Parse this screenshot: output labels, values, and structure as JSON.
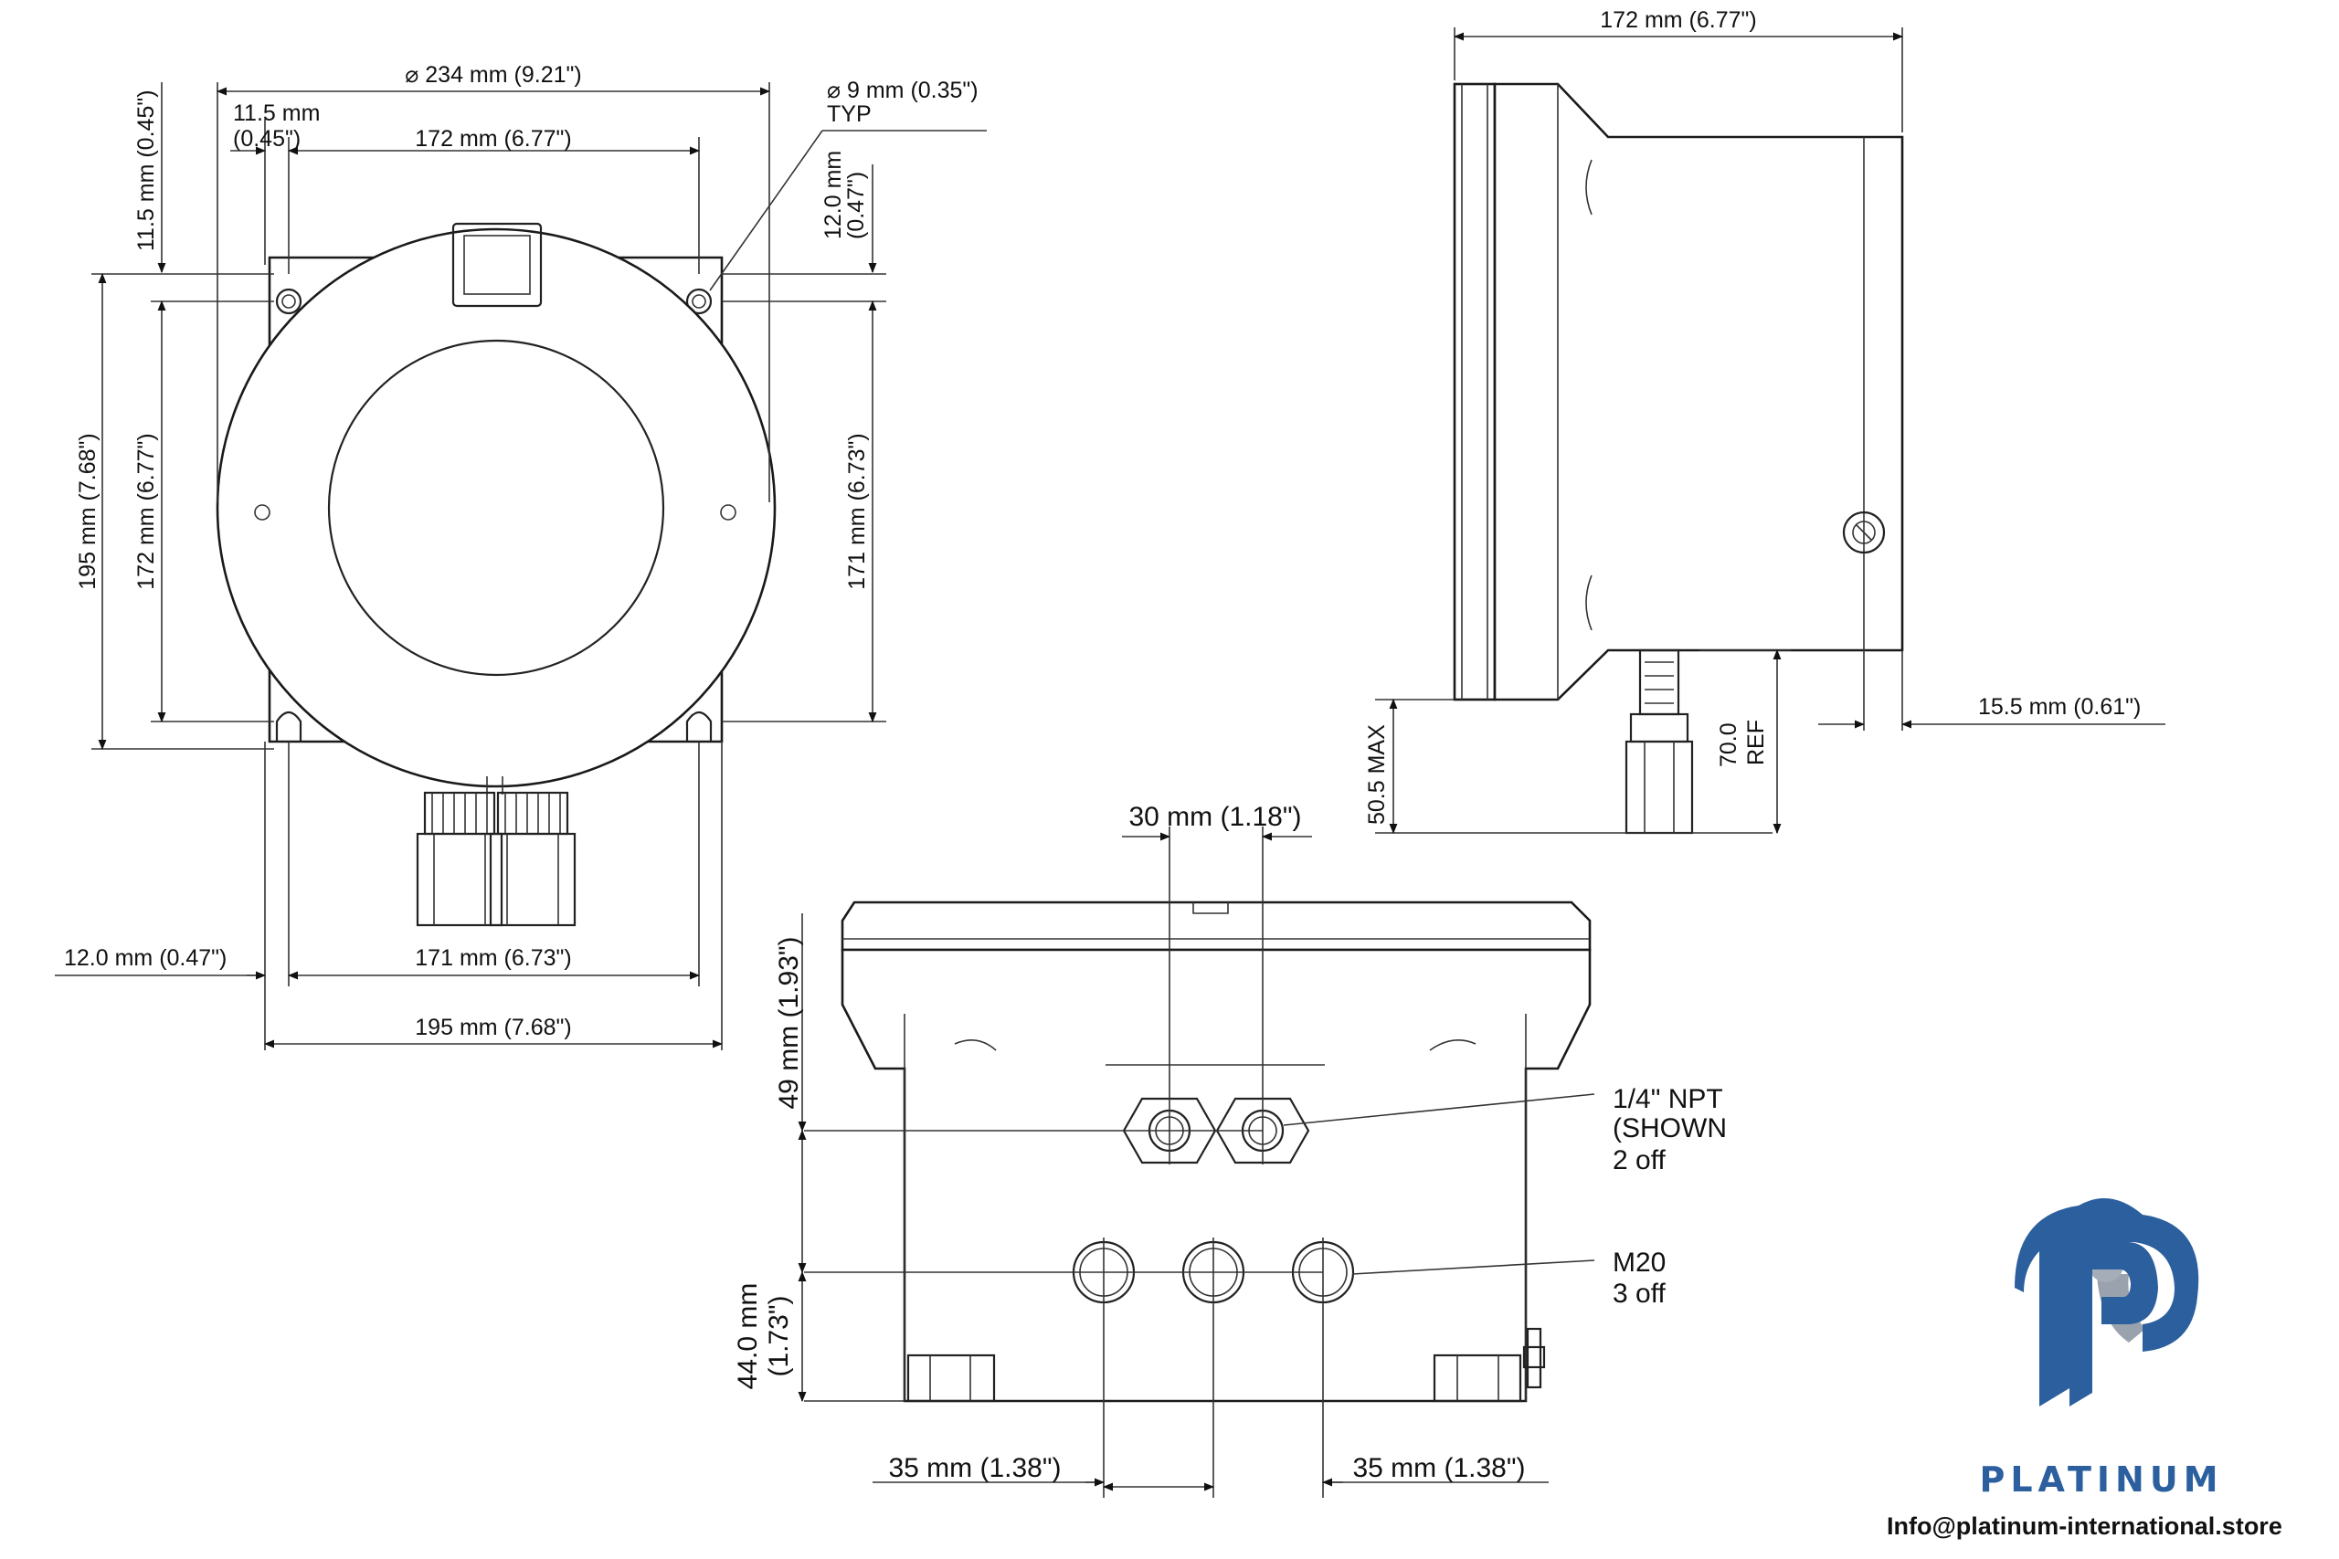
{
  "front_view": {
    "dim_overall_width": "⌀ 234 mm (9.21\")",
    "dim_offset_left": "11.5 mm",
    "dim_offset_left_in": "(0.45\")",
    "dim_hole_spacing_top": "172 mm (6.77\")",
    "dim_hole_size": "⌀ 9 mm (0.35\")",
    "dim_hole_size_typ": "TYP",
    "dim_offset_right_mm": "12.0 mm",
    "dim_offset_right_in": "(0.47\")",
    "dim_offset_top_left": "11.5 mm (0.45\")",
    "dim_height_overall": "195 mm (7.68\")",
    "dim_height_holes": "172 mm (6.77\")",
    "dim_height_right": "171 mm (6.73\")",
    "dim_bottom_offset": "12.0 mm (0.47\")",
    "dim_bottom_holes": "171 mm (6.73\")",
    "dim_bottom_overall": "195 mm (7.68\")"
  },
  "side_view": {
    "dim_depth": "172 mm (6.77\")",
    "dim_offset": "15.5 mm (0.61\")",
    "dim_fitting_height": "50.5 MAX",
    "dim_ref_value": "70.0",
    "dim_ref_label": "REF"
  },
  "bottom_view": {
    "dim_port_spacing": "30 mm (1.18\")",
    "dim_height_top": "49 mm (1.93\")",
    "dim_height_bottom_mm": "44.0 mm",
    "dim_height_bottom_in": "(1.73\")",
    "dim_spacing_left": "35 mm (1.38\")",
    "dim_spacing_right": "35 mm (1.38\")",
    "npt_label_1": "1/4\" NPT",
    "npt_label_2": "(SHOWN",
    "npt_label_3": "2 off",
    "m20_label_1": "M20",
    "m20_label_2": "3 off"
  },
  "branding": {
    "logo_text": "PLATINUM",
    "email": "Info@platinum-international.store",
    "logo_color": "#2b5f9e"
  }
}
